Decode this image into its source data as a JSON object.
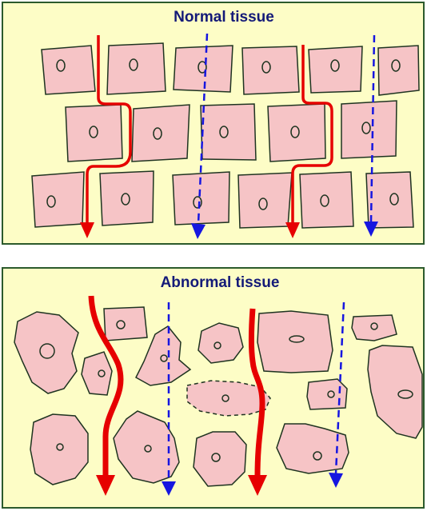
{
  "panels": {
    "normal": {
      "title": "Normal tissue"
    },
    "abnormal": {
      "title": "Abnormal tissue"
    }
  },
  "colors": {
    "background": "#fdfdc6",
    "border": "#2c5a2c",
    "cell_fill": "#f6c4c6",
    "cell_outline": "#1e3320",
    "arrow_red": "#e60000",
    "arrow_blue": "#1616e0",
    "title": "#141a78"
  },
  "legend_semantics": {
    "red_solid_arrow": "path between cells (paracellular)",
    "blue_dashed_arrow": "path through cells (transcellular)"
  }
}
